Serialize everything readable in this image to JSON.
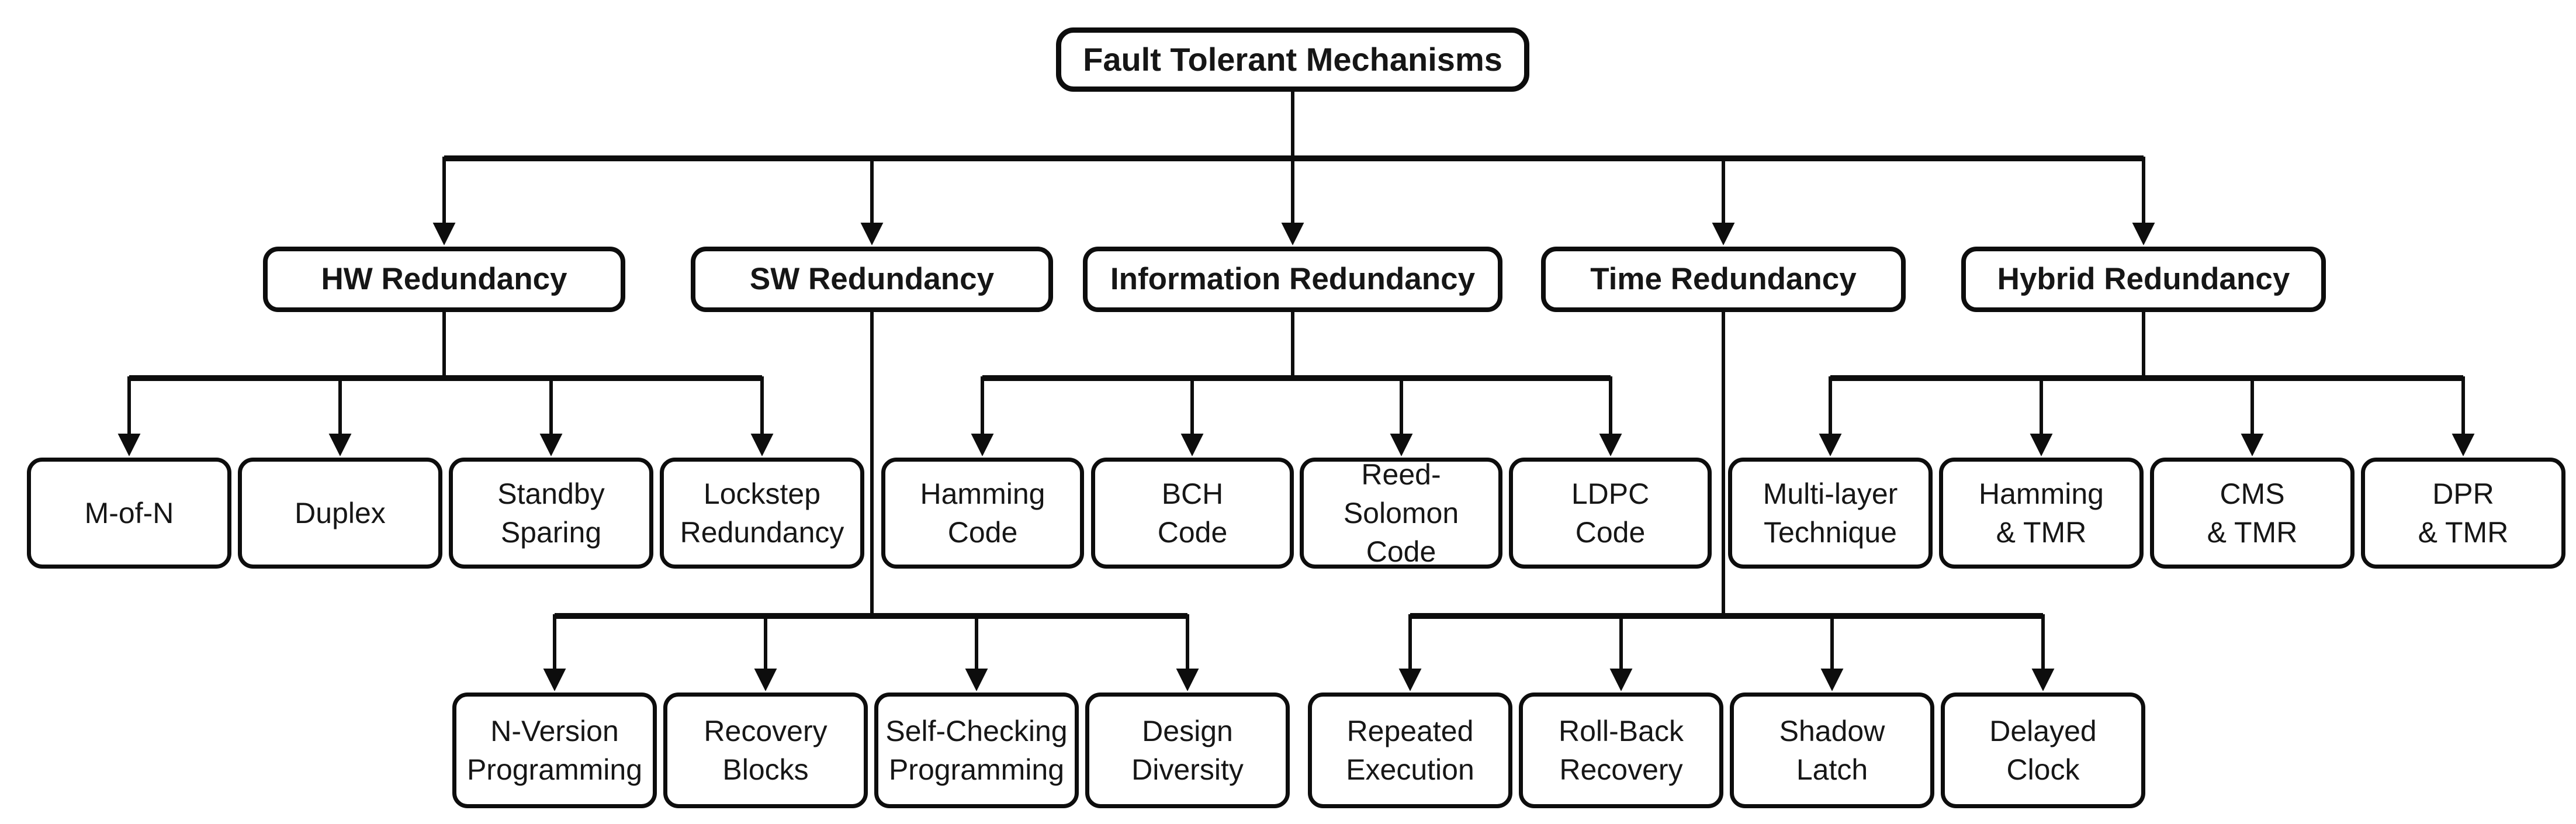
{
  "diagram": {
    "root": {
      "label": "Fault Tolerant Mechanisms"
    },
    "branches": [
      {
        "label": "HW Redundancy",
        "children": [
          {
            "label": "M-of-N"
          },
          {
            "label": "Duplex"
          },
          {
            "label": "Standby\nSparing"
          },
          {
            "label": "Lockstep\nRedundancy"
          }
        ]
      },
      {
        "label": "SW Redundancy",
        "children": [
          {
            "label": "N-Version\nProgramming"
          },
          {
            "label": "Recovery\nBlocks"
          },
          {
            "label": "Self-Checking\nProgramming"
          },
          {
            "label": "Design\nDiversity"
          }
        ]
      },
      {
        "label": "Information Redundancy",
        "children": [
          {
            "label": "Hamming\nCode"
          },
          {
            "label": "BCH\nCode"
          },
          {
            "label": "Reed-\nSolomon\nCode"
          },
          {
            "label": "LDPC\nCode"
          }
        ]
      },
      {
        "label": "Time Redundancy",
        "children": [
          {
            "label": "Repeated\nExecution"
          },
          {
            "label": "Roll-Back\nRecovery"
          },
          {
            "label": "Shadow\nLatch"
          },
          {
            "label": "Delayed\nClock"
          }
        ]
      },
      {
        "label": "Hybrid Redundancy",
        "children": [
          {
            "label": "Multi-layer\nTechnique"
          },
          {
            "label": "Hamming\n& TMR"
          },
          {
            "label": "CMS\n& TMR"
          },
          {
            "label": "DPR\n& TMR"
          }
        ]
      }
    ],
    "colors": {
      "line": "#0d0d0d",
      "box_border": "#0d0d0d",
      "box_fill": "#ffffff",
      "text": "#161616",
      "background": "#ffffff"
    }
  }
}
